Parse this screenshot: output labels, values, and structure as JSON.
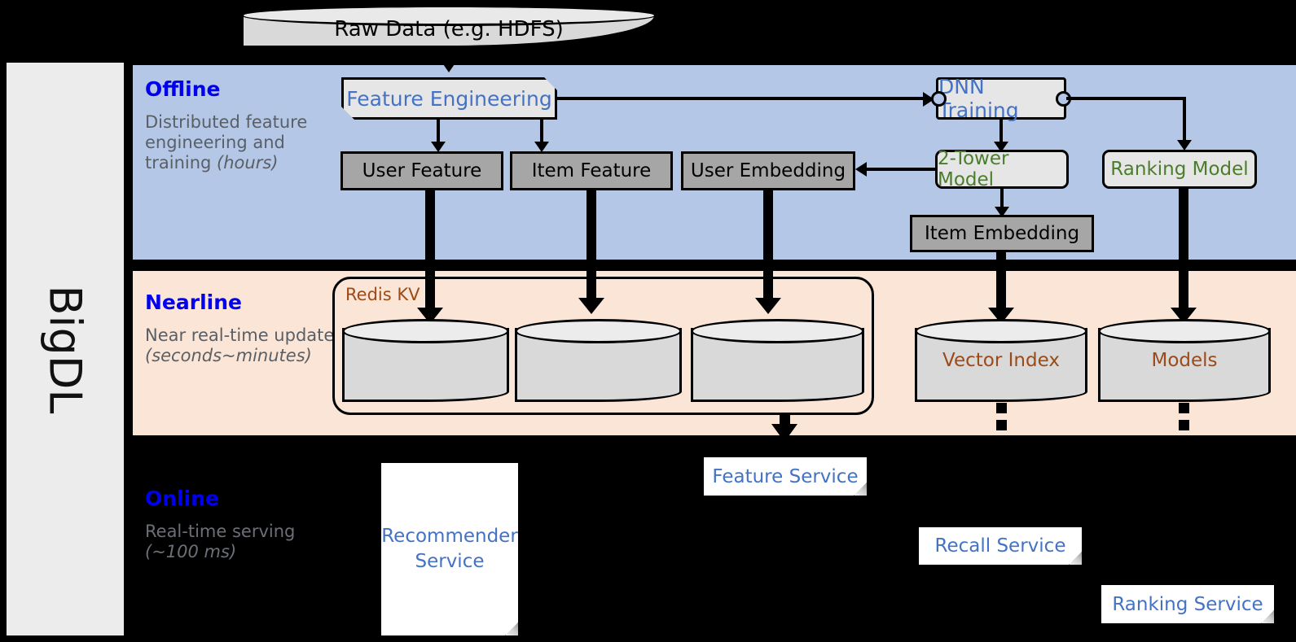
{
  "framework": {
    "name": "BigDL"
  },
  "source": {
    "label": "Raw Data (e.g. HDFS)"
  },
  "bands": [
    {
      "id": "offline",
      "title": "Offline",
      "subtitle_plain": "Distributed feature engineering and training ",
      "subtitle_italic": "(hours)",
      "bg_color": "#b4c7e7"
    },
    {
      "id": "nearline",
      "title": "Nearline",
      "subtitle_plain": "Near real-time update ",
      "subtitle_italic": "(seconds~minutes)",
      "bg_color": "#fbe5d6"
    },
    {
      "id": "online",
      "title": "Online",
      "subtitle_plain": "Real-time serving ",
      "subtitle_italic": "(~100 ms)",
      "bg_color": "#000000"
    }
  ],
  "offline": {
    "feature_engineering": "Feature Engineering",
    "dnn_training": "DNN Training",
    "user_feature": "User Feature",
    "item_feature": "Item Feature",
    "user_embedding": "User Embedding",
    "two_tower_model": "2-Tower Model",
    "ranking_model": "Ranking Model",
    "item_embedding": "Item Embedding"
  },
  "nearline": {
    "redis_group_label": "Redis KV",
    "stores": [
      {
        "label": ""
      },
      {
        "label": ""
      },
      {
        "label": ""
      }
    ],
    "vector_index": "Vector Index",
    "models": "Models"
  },
  "online": {
    "recommender_service": "Recommender Service",
    "feature_service": "Feature Service",
    "recall_service": "Recall Service",
    "ranking_service": "Ranking Service"
  },
  "colors": {
    "accent_blue": "#4472c4",
    "title_blue": "#0000ee",
    "green": "#4a7d2c",
    "brown": "#9c4a17",
    "gray_box": "#a6a6a6",
    "light_box": "#e7e6e6",
    "offline_band": "#b4c7e7",
    "nearline_band": "#fbe5d6",
    "rail": "#ececec"
  }
}
